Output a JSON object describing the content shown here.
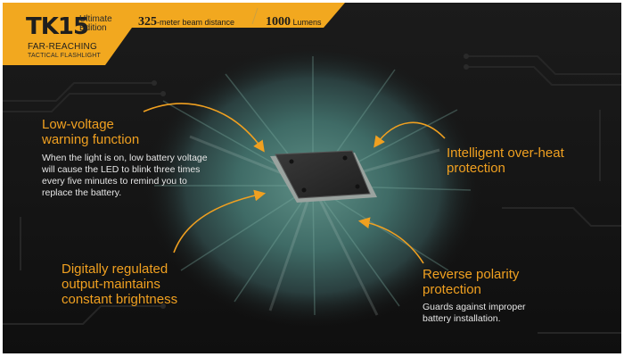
{
  "banner": {
    "model": "TK15",
    "edition_line1": "Ultimate",
    "edition_line2": "Edition",
    "tagline1": "FAR-REACHING",
    "tagline2": "TACTICAL FLASHLIGHT",
    "spec1_value": "325",
    "spec1_unit": "-meter beam distance",
    "spec2_value": "1000",
    "spec2_unit": " Lumens"
  },
  "features": {
    "low_voltage": {
      "title_line1": "Low-voltage",
      "title_line2": "warning function",
      "description": "When the light is on, low battery voltage will cause the LED to blink three times every five minutes to remind you to replace the battery."
    },
    "overheat": {
      "title_line1": "Intelligent over-heat",
      "title_line2": "protection"
    },
    "digital": {
      "title_line1": "Digitally regulated",
      "title_line2": "output-maintains",
      "title_line3": "constant brightness"
    },
    "reverse_polarity": {
      "title_line1": "Reverse polarity",
      "title_line2": "protection",
      "description": "Guards against improper battery installation."
    }
  },
  "colors": {
    "accent": "#f0a020",
    "banner": "#f2a81f",
    "background": "#161616",
    "text": "#e6e6e6"
  }
}
